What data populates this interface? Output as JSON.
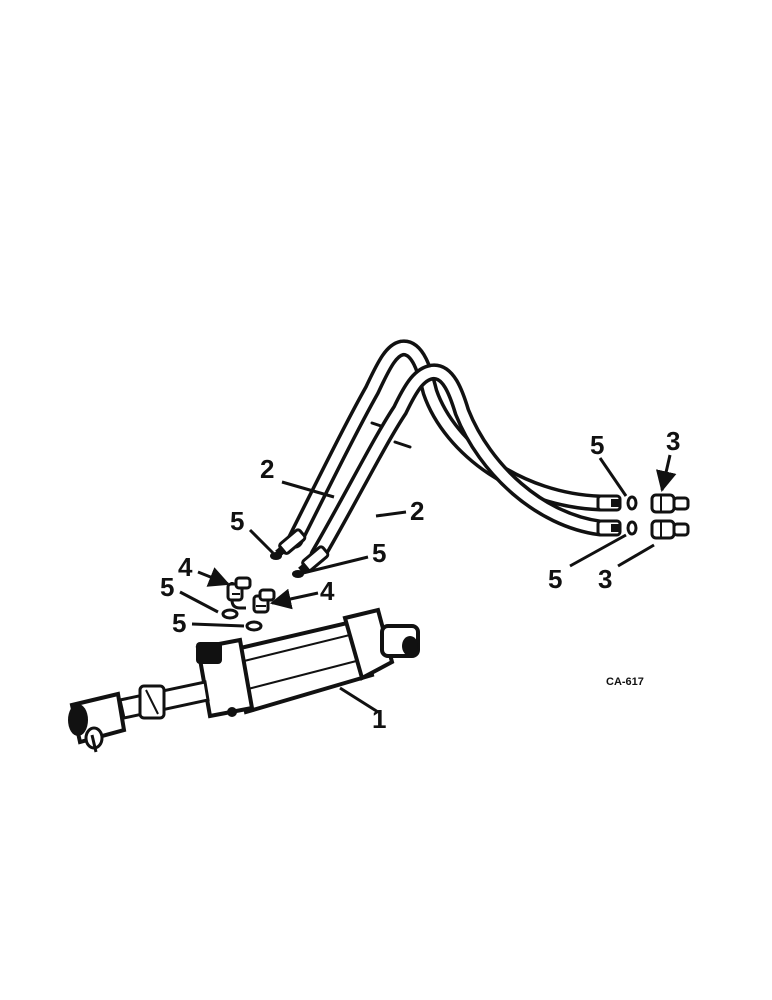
{
  "diagram": {
    "drawing_code": "CA-617",
    "callouts": [
      {
        "id": "c1",
        "label": "1"
      },
      {
        "id": "c2a",
        "label": "2"
      },
      {
        "id": "c2b",
        "label": "2"
      },
      {
        "id": "c3a",
        "label": "3"
      },
      {
        "id": "c3b",
        "label": "3"
      },
      {
        "id": "c4a",
        "label": "4"
      },
      {
        "id": "c4b",
        "label": "4"
      },
      {
        "id": "c5a",
        "label": "5"
      },
      {
        "id": "c5b",
        "label": "5"
      },
      {
        "id": "c5c",
        "label": "5"
      },
      {
        "id": "c5d",
        "label": "5"
      },
      {
        "id": "c5e",
        "label": "5"
      },
      {
        "id": "c5f",
        "label": "5"
      }
    ]
  }
}
